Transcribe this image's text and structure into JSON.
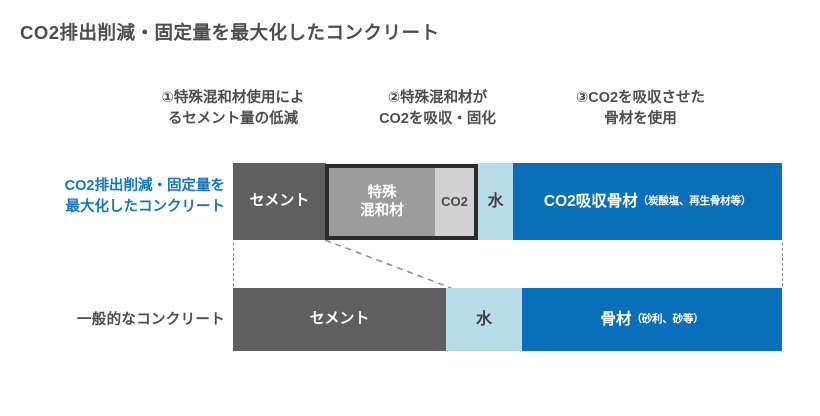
{
  "title": "CO2排出削減・固定量を最大化したコンクリート",
  "callouts": [
    {
      "id": "callout-1",
      "text": "①特殊混和材使用によ\nるセメント量の低減"
    },
    {
      "id": "callout-2",
      "text": "②特殊混和材が\nCO2を吸収・固化"
    },
    {
      "id": "callout-3",
      "text": "③CO2を吸収させた\n骨材を使用"
    }
  ],
  "rows": [
    {
      "id": "advanced",
      "label": "CO2排出削減・固定量を\n最大化したコンクリート",
      "label_color": "#1176c4",
      "segments": [
        {
          "name": "cement",
          "label": "セメント",
          "color": "#5f5f5f"
        },
        {
          "name": "admixture",
          "label": "特殊\n混和材",
          "color": "#9c9c9c"
        },
        {
          "name": "co2",
          "label": "CO2",
          "color": "#d2d2d2"
        },
        {
          "name": "water",
          "label": "水",
          "color": "#b9dcea"
        },
        {
          "name": "aggregate",
          "label": "CO2吸収骨材",
          "sub": "（炭酸塩、再生骨材等）",
          "color": "#0a6fba"
        }
      ]
    },
    {
      "id": "standard",
      "label": "一般的なコンクリート",
      "label_color": "#4d4d4d",
      "segments": [
        {
          "name": "cement",
          "label": "セメント",
          "color": "#5f5f5f"
        },
        {
          "name": "water",
          "label": "水",
          "color": "#b9dcea"
        },
        {
          "name": "aggregate",
          "label": "骨材",
          "sub": "（砂利、砂等）",
          "color": "#0a6fba"
        }
      ]
    }
  ],
  "colors": {
    "cement": "#5f5f5f",
    "admixture": "#9c9c9c",
    "co2": "#d2d2d2",
    "water": "#b9dcea",
    "aggregate": "#0a6fba",
    "accent_blue": "#1176c4",
    "highlight_border": "#2b2b2b",
    "text_gray": "#4d4d4d",
    "dash_gray": "#8d8d8d",
    "background": "#ffffff"
  }
}
